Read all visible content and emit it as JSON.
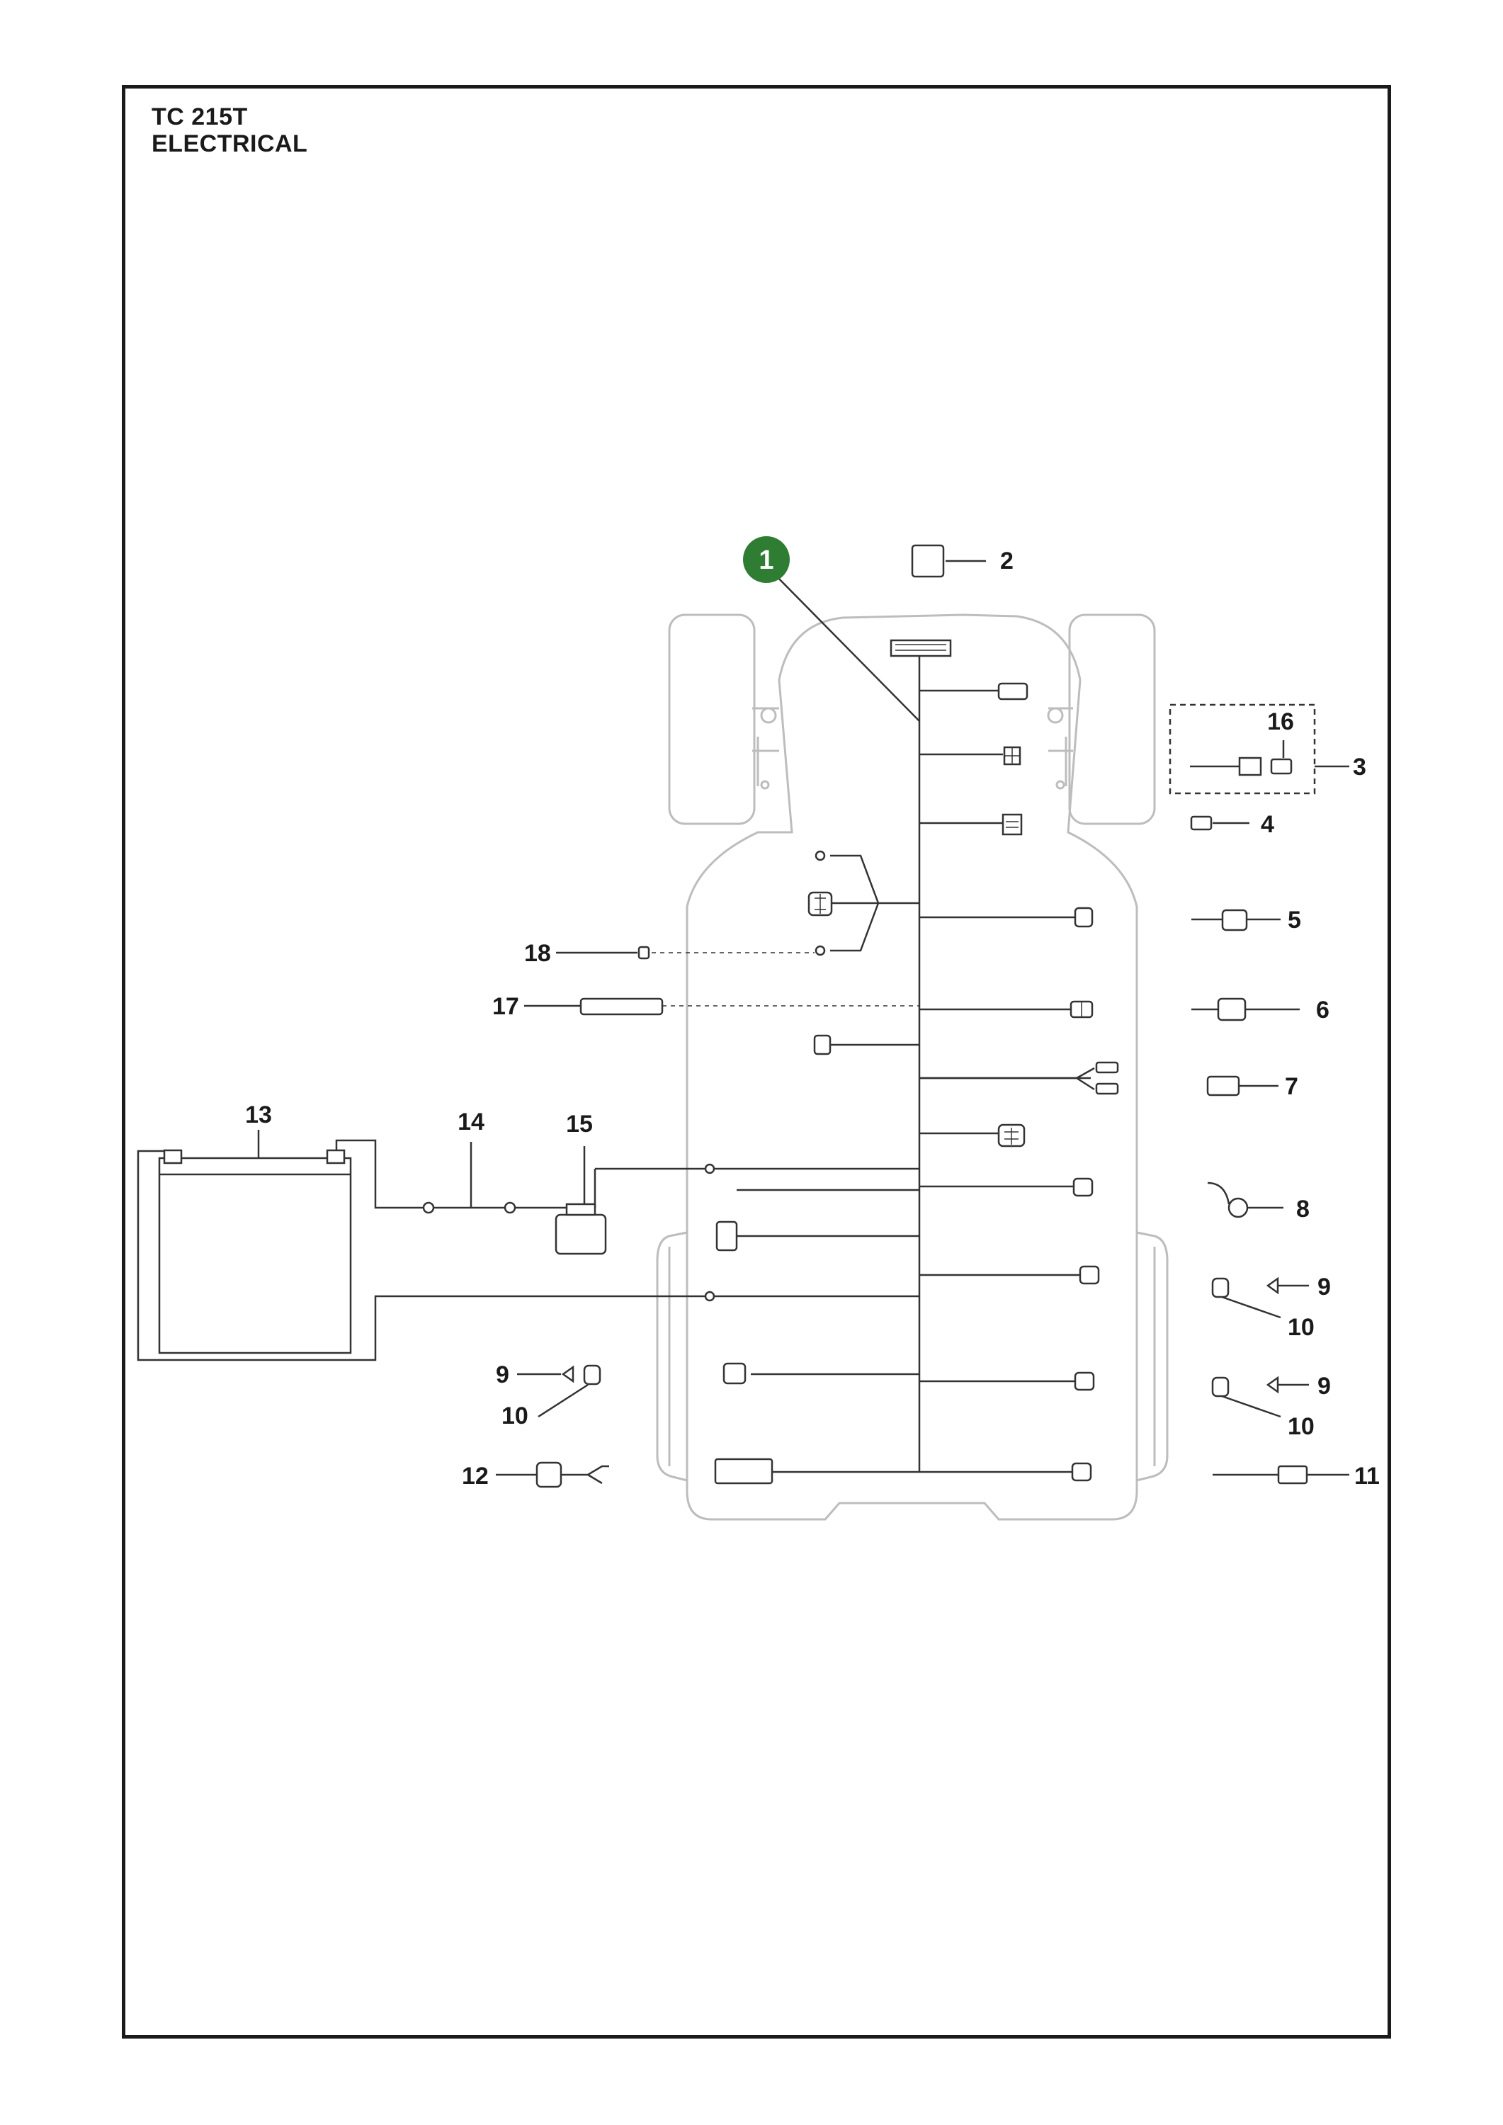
{
  "header": {
    "model": "TC 215T",
    "section": "ELECTRICAL"
  },
  "colors": {
    "frame": "#1a1a1a",
    "chassis_outline": "#bdbdbd",
    "part_line": "#333333",
    "highlight": "#2e7d32"
  },
  "highlighted_callout": "1",
  "callouts": {
    "c1": "1",
    "c2": "2",
    "c3": "3",
    "c4": "4",
    "c5": "5",
    "c6": "6",
    "c7": "7",
    "c8": "8",
    "c9a": "9",
    "c9b": "9",
    "c9c": "9",
    "c10a": "10",
    "c10b": "10",
    "c10c": "10",
    "c11": "11",
    "c12": "12",
    "c13": "13",
    "c14": "14",
    "c15": "15",
    "c16": "16",
    "c17": "17",
    "c18": "18"
  }
}
